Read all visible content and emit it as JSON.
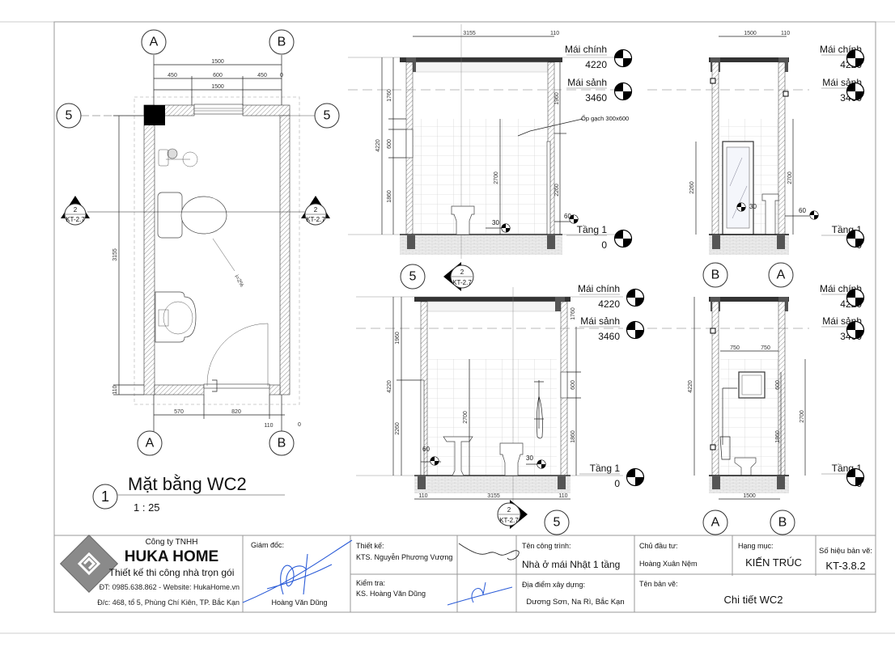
{
  "plan": {
    "title": "Mặt bằng WC2",
    "number": "1",
    "scale": "1 : 25",
    "grid_a": "A",
    "grid_b": "B",
    "grid_5": "5",
    "section_num": "2",
    "section_sheet": "KT-2.7",
    "slope": "i=2%",
    "dims_top": {
      "total": "1500",
      "seg1": "450",
      "seg2": "600",
      "seg3": "450",
      "seg4": "0",
      "inner": "1500"
    },
    "dims_left": {
      "length": "3155",
      "wall": "110"
    },
    "dims_bottom": {
      "seg1": "570",
      "seg2": "820",
      "seg3": "110",
      "seg4": "0"
    }
  },
  "levels": {
    "roof_main": {
      "name": "Mái chính",
      "value": "4220"
    },
    "roof_lobby": {
      "name": "Mái sảnh",
      "value": "3460"
    },
    "floor1": {
      "name": "Tầng 1",
      "value": "0"
    }
  },
  "elevation_1": {
    "dims_top": [
      "3155",
      "110"
    ],
    "dims_left": [
      "4220",
      "1760",
      "600",
      "1860"
    ],
    "dims_right": [
      "1960",
      "2260"
    ],
    "tile_height": "2700",
    "offset_30": "30",
    "offset_60": "60",
    "note": "Ốp gạch 300x600",
    "grid_5": "5",
    "section_num": "2",
    "section_sheet": "KT-2.7"
  },
  "elevation_2": {
    "dims_left": [
      "4220",
      "1960",
      "2260"
    ],
    "dims_right": [
      "1760",
      "600",
      "1860"
    ],
    "tile_height": "2700",
    "offset_30": "30",
    "offset_60": "60",
    "dims_bottom": [
      "110",
      "3155",
      "110"
    ],
    "grid_5": "5",
    "section_num": "2",
    "section_sheet": "KT-2.7"
  },
  "elevation_3": {
    "dims_top": [
      "1500",
      "110"
    ],
    "door_height": "2260",
    "tile_height": "2700",
    "offset_30": "30",
    "offset_60": "60",
    "grid_left": "B",
    "grid_right": "A"
  },
  "elevation_4": {
    "dims_top": [
      "750",
      "750"
    ],
    "dims_left": [
      "4220"
    ],
    "dims_right": [
      "600",
      "2700",
      "1860"
    ],
    "dims_bottom": [
      "1500"
    ],
    "grid_left": "A",
    "grid_right": "B"
  },
  "title_block": {
    "company_type": "Công ty TNHH",
    "company_name": "HUKA HOME",
    "slogan": "Thiết kế thi công nhà trọn gói",
    "contact": "ĐT: 0985.638.862 - Website: HukaHome.vn",
    "address": "Đ/c: 468, tổ 5, Phùng Chí Kiên, TP. Bắc Kạn",
    "director_label": "Giám đốc:",
    "director_name": "Hoàng Văn Dũng",
    "designer_label": "Thiết kế:",
    "designer_name": "KTS. Nguyễn Phương Vượng",
    "checker_label": "Kiểm tra:",
    "checker_name": "KS. Hoàng Văn Dũng",
    "project_label": "Tên công trình:",
    "project_name": "Nhà ở mái Nhật 1 tầng",
    "location_label": "Địa điểm xây dựng:",
    "location": "Dương Sơn, Na Rì, Bắc Kạn",
    "owner_label": "Chủ đầu tư:",
    "owner": "Hoàng Xuân Nệm",
    "category_label": "Hạng mục:",
    "category": "KIẾN TRÚC",
    "sheet_no_label": "Số hiệu bản vẽ:",
    "sheet_no": "KT-3.8.2",
    "drawing_name_label": "Tên bản vẽ:",
    "drawing_name": "Chi tiết WC2"
  },
  "colors": {
    "line": "#222222",
    "signature": "#2a5bd7",
    "logo": "#8a8a8a"
  }
}
